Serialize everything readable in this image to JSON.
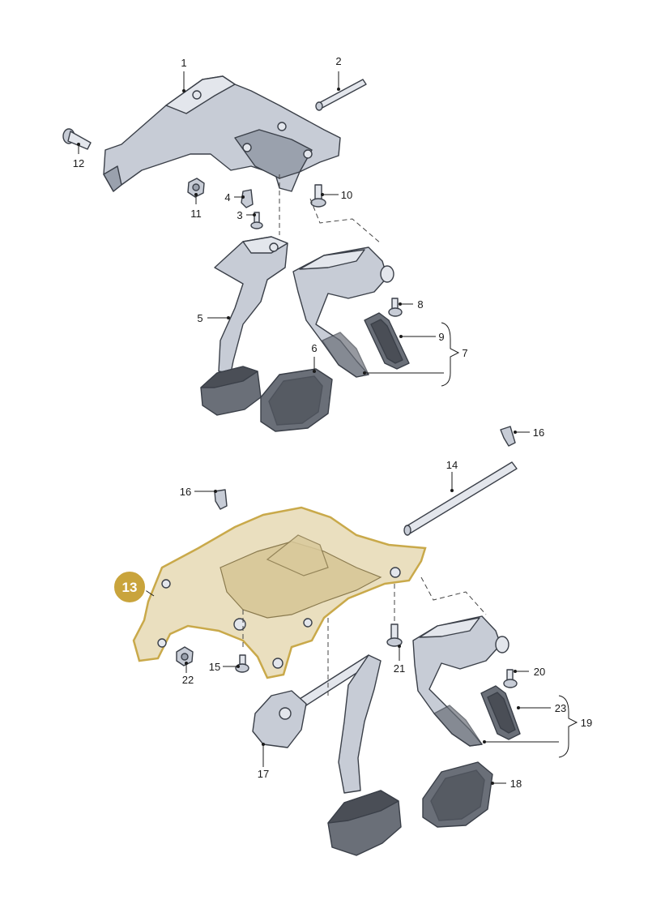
{
  "callouts": {
    "c1": "1",
    "c2": "2",
    "c3": "3",
    "c4": "4",
    "c5": "5",
    "c6": "6",
    "c7": "7",
    "c8": "8",
    "c9": "9",
    "c10": "10",
    "c11": "11",
    "c12": "12",
    "c13": "13",
    "c14": "14",
    "c15": "15",
    "c16a": "16",
    "c16b": "16",
    "c17": "17",
    "c18": "18",
    "c19": "19",
    "c20": "20",
    "c21": "21",
    "c22": "22",
    "c23": "23"
  },
  "colors": {
    "highlight_fill": "#eadfbf",
    "highlight_outline": "#c9a94a",
    "badge": "#c9a43c",
    "metal": "#c7ccd6",
    "rubber": "#6a6f78"
  }
}
